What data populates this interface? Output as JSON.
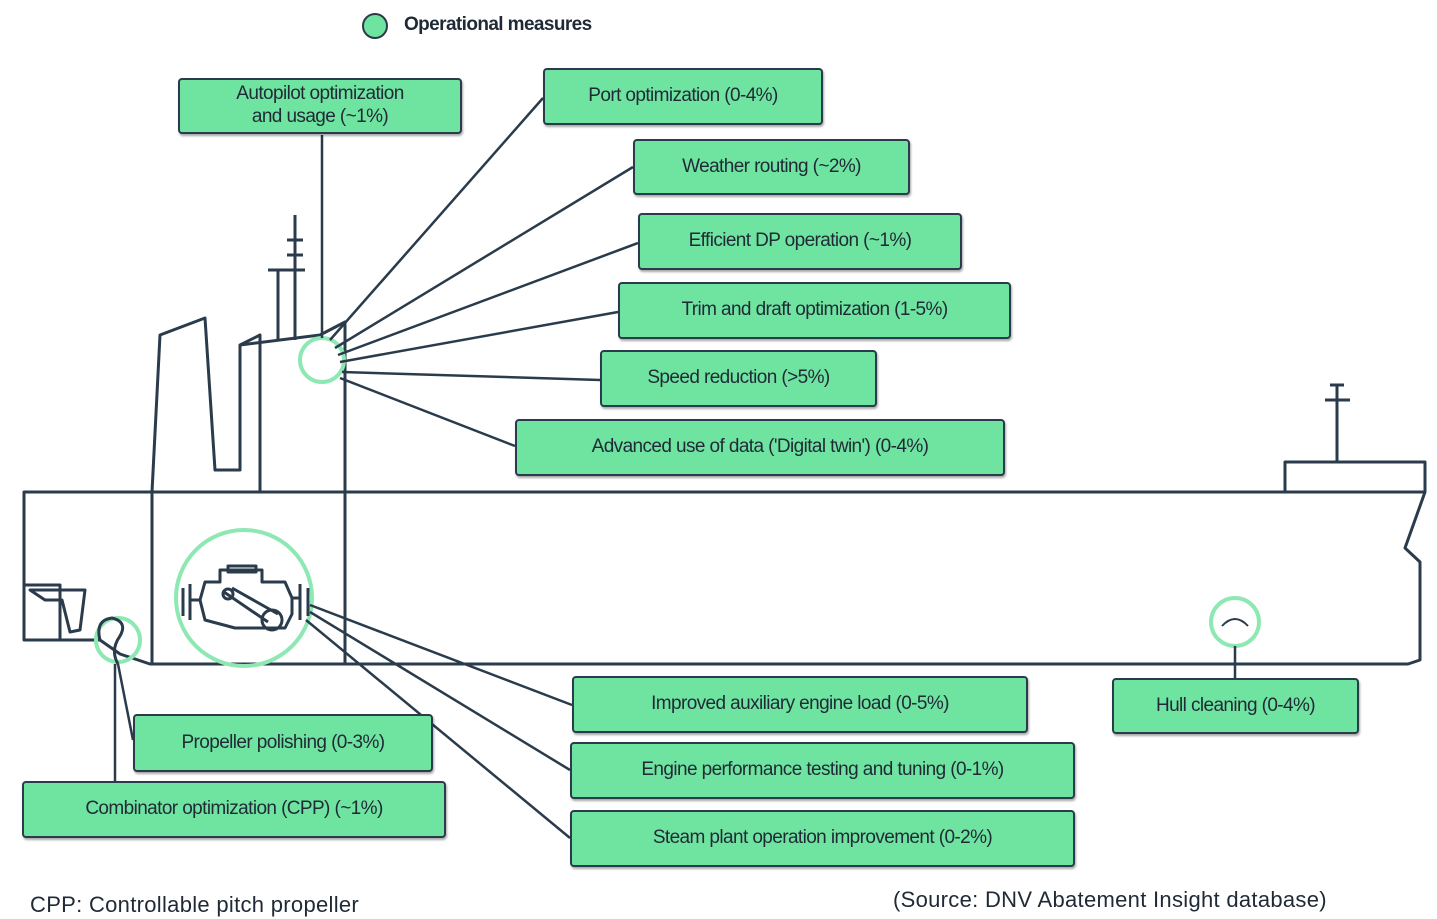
{
  "legend": {
    "label": "Operational measures",
    "color": "#6fe3a0"
  },
  "measures": [
    {
      "id": "autopilot",
      "label": "Autopilot optimization and usage (~1%)"
    },
    {
      "id": "port",
      "label": "Port optimization (0-4%)"
    },
    {
      "id": "weather",
      "label": "Weather routing (~2%)"
    },
    {
      "id": "dp",
      "label": "Efficient DP operation (~1%)"
    },
    {
      "id": "trim",
      "label": "Trim and draft optimization (1-5%)"
    },
    {
      "id": "speed",
      "label": "Speed reduction (>5%)"
    },
    {
      "id": "data",
      "label": "Advanced use of data ('Digital twin') (0-4%)"
    },
    {
      "id": "aux",
      "label": "Improved auxiliary engine load (0-5%)"
    },
    {
      "id": "hull",
      "label": "Hull cleaning (0-4%)"
    },
    {
      "id": "engine",
      "label": "Engine performance testing and tuning (0-1%)"
    },
    {
      "id": "steam",
      "label": "Steam plant operation improvement (0-2%)"
    },
    {
      "id": "propeller",
      "label": "Propeller polishing (0-3%)"
    },
    {
      "id": "combinator",
      "label": "Combinator optimization (CPP) (~1%)"
    }
  ],
  "footnote": "CPP: Controllable pitch propeller",
  "source": "(Source: DNV Abatement Insight database)"
}
